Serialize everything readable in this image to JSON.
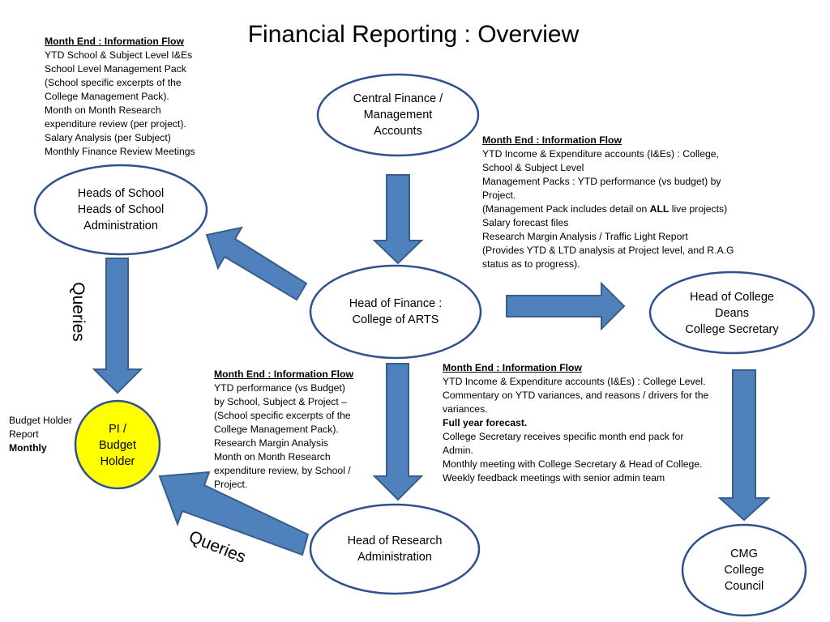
{
  "title": "Financial Reporting : Overview",
  "colors": {
    "arrow_fill": "#4f81bd",
    "arrow_stroke": "#385d8a",
    "ellipse_stroke": "#2f528f",
    "pi_fill": "#ffff00"
  },
  "nodes": {
    "central": [
      "Central Finance /",
      "Management",
      "Accounts"
    ],
    "heads_school": [
      "Heads of School",
      "Heads of School",
      "Administration"
    ],
    "head_finance": [
      "Head of Finance :",
      "College of ARTS"
    ],
    "head_college": [
      "Head of College",
      "Deans",
      "College Secretary"
    ],
    "pi": [
      "PI /",
      "Budget",
      "Holder"
    ],
    "head_research": [
      "Head of Research",
      "Administration"
    ],
    "cmg": [
      "CMG",
      "College",
      "Council"
    ]
  },
  "blocks": {
    "top_left": {
      "heading": "Month  End : Information Flow",
      "lines": [
        "YTD School & Subject Level I&Es",
        "School Level Management Pack",
        "(School specific excerpts of the",
        "College Management Pack).",
        "Month on Month Research",
        "expenditure review (per project).",
        "Salary Analysis (per Subject)",
        "Monthly Finance Review Meetings"
      ]
    },
    "top_right": {
      "heading": "Month  End : Information Flow",
      "lines": [
        "YTD Income & Expenditure accounts (I&Es) : College,",
        "School & Subject Level",
        "Management Packs : YTD performance (vs budget) by",
        "Project."
      ],
      "pack_pre": "(Management Pack includes detail on ",
      "pack_bold": "ALL",
      "pack_post": " live projects)",
      "lines2": [
        "Salary forecast files",
        "Research Margin Analysis / Traffic Light Report",
        "(Provides YTD & LTD analysis at Project level, and R.A.G",
        "status as to progress)."
      ]
    },
    "middle": {
      "heading": "Month  End : Information Flow",
      "lines": [
        "YTD performance (vs Budget)",
        "by School, Subject & Project –",
        "(School specific excerpts of the",
        "College Management Pack).",
        "Research Margin Analysis",
        "Month on Month Research",
        "expenditure review, by School /",
        "Project."
      ]
    },
    "bottom_right": {
      "heading": "Month  End : Information Flow",
      "lines_a": [
        "YTD Income & Expenditure accounts (I&Es) : College Level.",
        "Commentary on YTD variances, and reasons / drivers for the",
        "variances."
      ],
      "bold_line": "Full year forecast.",
      "lines_b": [
        "College Secretary receives  specific month end pack for",
        "Admin.",
        "Monthly meeting with College Secretary & Head of College.",
        "Weekly feedback meetings with senior admin team"
      ]
    }
  },
  "budget_report": {
    "line1": "Budget Holder",
    "line2": "Report",
    "line3": "Monthly"
  },
  "queries_vertical": "Queries",
  "queries_diagonal": "Queries"
}
